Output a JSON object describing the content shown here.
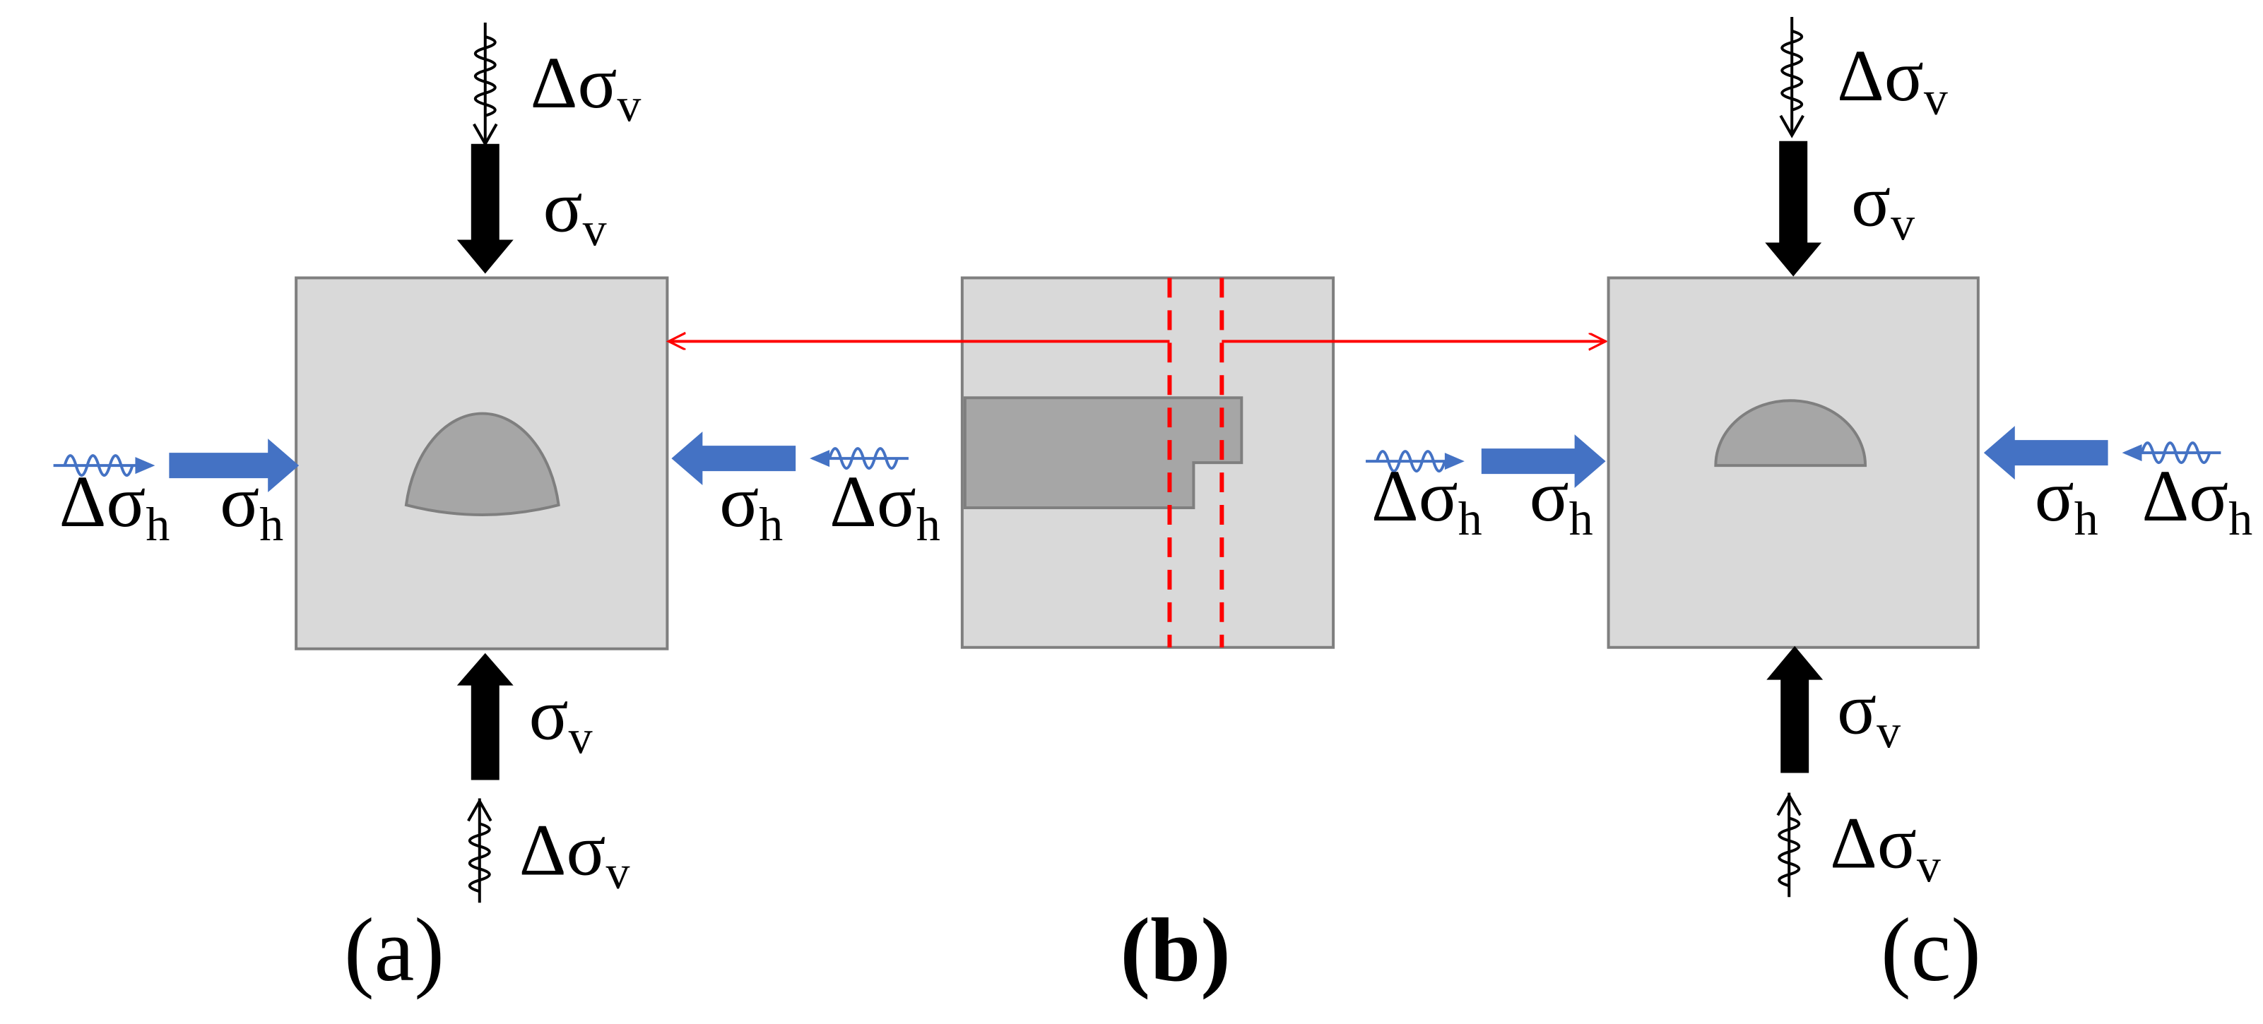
{
  "symbols": {
    "delta": "Δ",
    "sigma": "σ",
    "v": "v",
    "h": "h"
  },
  "panels": [
    {
      "letter": "a"
    },
    {
      "letter": "b"
    },
    {
      "letter": "c"
    }
  ],
  "colors": {
    "box_fill": "#d9d9d9",
    "box_stroke": "#7f7f7f",
    "opening_fill": "#a6a6a6",
    "horizontal_load": "#4472c4",
    "vertical_load": "#000000",
    "section_line": "#ff0000"
  }
}
